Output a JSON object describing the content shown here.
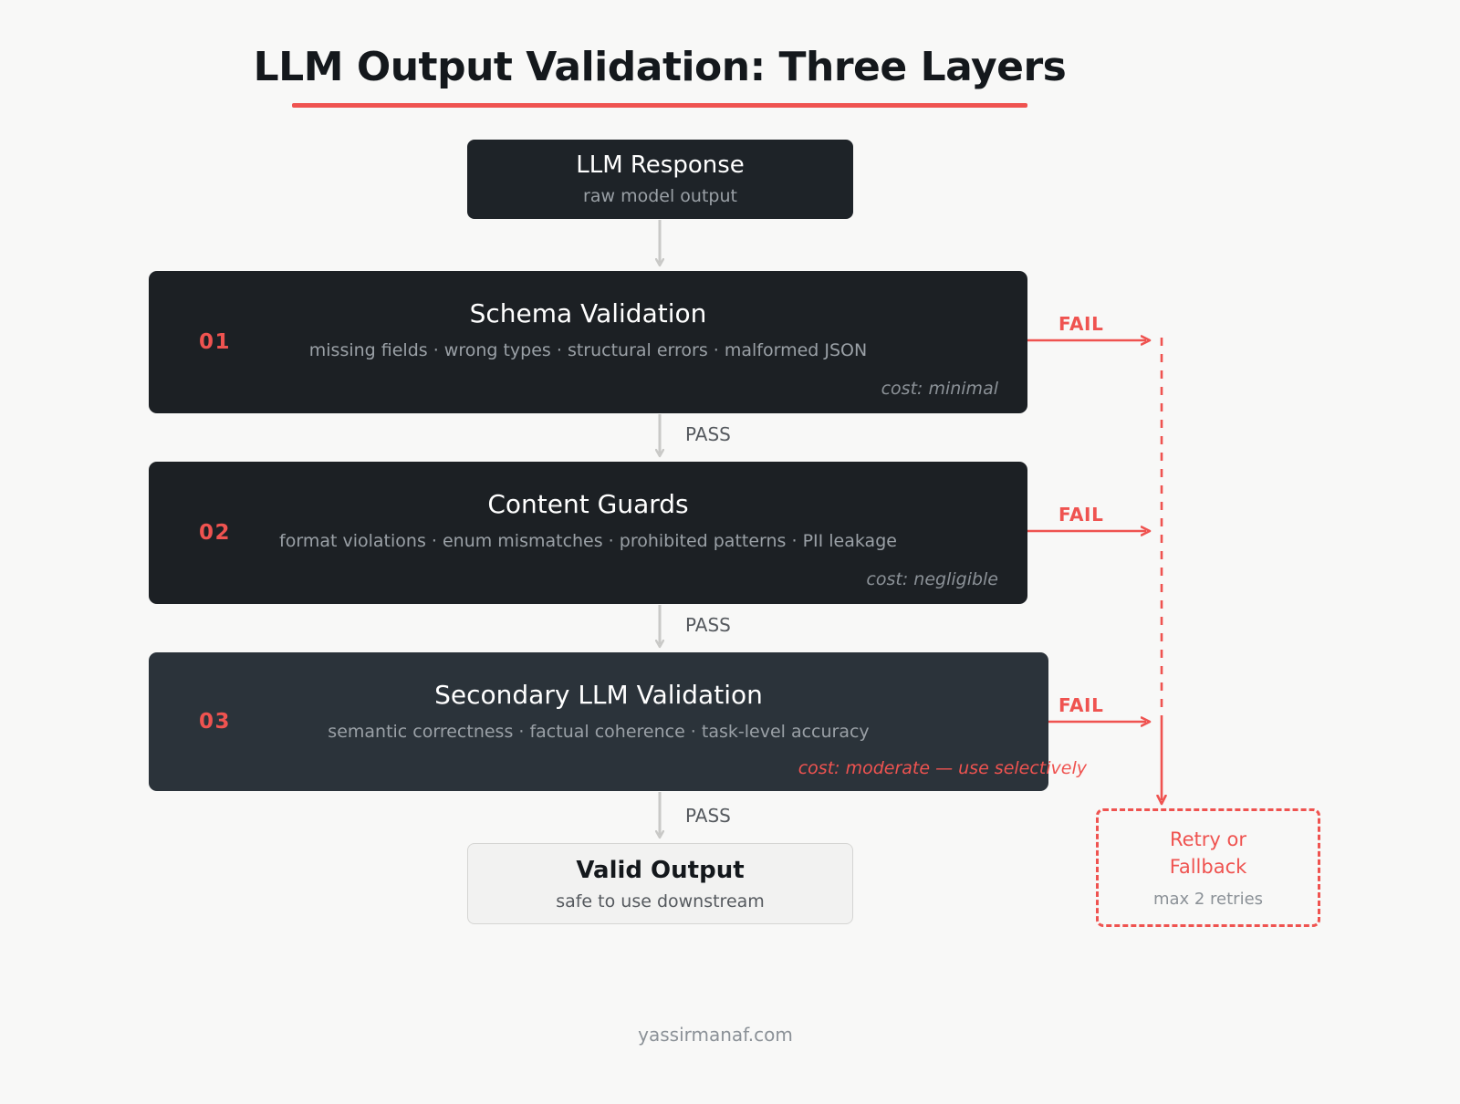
{
  "title": "LLM Output Validation: Three Layers",
  "accent_color": "#ef5350",
  "source_box": {
    "title": "LLM Response",
    "subtitle": "raw model output"
  },
  "layers": [
    {
      "number": "01",
      "title": "Schema Validation",
      "details": "missing fields · wrong types · structural errors · malformed JSON",
      "cost": "cost: minimal",
      "fail_label": "FAIL",
      "pass_label": "PASS"
    },
    {
      "number": "02",
      "title": "Content Guards",
      "details": "format violations · enum mismatches · prohibited patterns · PII leakage",
      "cost": "cost: negligible",
      "fail_label": "FAIL",
      "pass_label": "PASS"
    },
    {
      "number": "03",
      "title": "Secondary LLM Validation",
      "details": "semantic correctness · factual coherence · task-level accuracy",
      "cost": "cost: moderate — use selectively",
      "fail_label": "FAIL",
      "pass_label": "PASS"
    }
  ],
  "valid_output": {
    "title": "Valid Output",
    "subtitle": "safe to use downstream"
  },
  "retry_box": {
    "title": "Retry or Fallback",
    "subtitle": "max 2 retries"
  },
  "footer": "yassirmanaf.com"
}
